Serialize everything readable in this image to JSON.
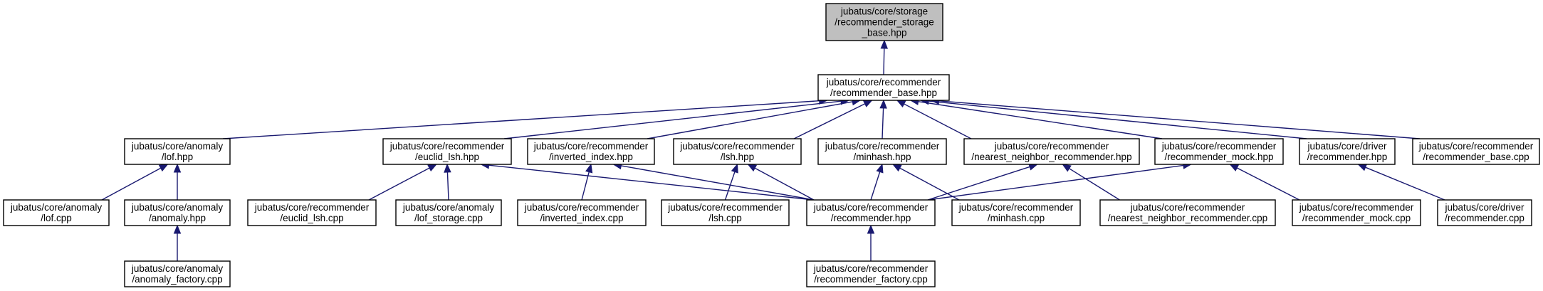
{
  "nodes": [
    {
      "id": "storage_base",
      "lines": [
        "jubatus/core/storage",
        "/recommender_storage",
        "_base.hpp"
      ],
      "highlight": true
    },
    {
      "id": "rec_base_hpp",
      "lines": [
        "jubatus/core/recommender",
        "/recommender_base.hpp"
      ]
    },
    {
      "id": "anomaly_lof_hpp",
      "lines": [
        "jubatus/core/anomaly",
        "/lof.hpp"
      ]
    },
    {
      "id": "euclid_lsh_hpp",
      "lines": [
        "jubatus/core/recommender",
        "/euclid_lsh.hpp"
      ]
    },
    {
      "id": "inverted_index_hpp",
      "lines": [
        "jubatus/core/recommender",
        "/inverted_index.hpp"
      ]
    },
    {
      "id": "lsh_hpp",
      "lines": [
        "jubatus/core/recommender",
        "/lsh.hpp"
      ]
    },
    {
      "id": "minhash_hpp",
      "lines": [
        "jubatus/core/recommender",
        "/minhash.hpp"
      ]
    },
    {
      "id": "nn_rec_hpp",
      "lines": [
        "jubatus/core/recommender",
        "/nearest_neighbor_recommender.hpp"
      ]
    },
    {
      "id": "rec_mock_hpp",
      "lines": [
        "jubatus/core/recommender",
        "/recommender_mock.hpp"
      ]
    },
    {
      "id": "driver_rec_hpp",
      "lines": [
        "jubatus/core/driver",
        "/recommender.hpp"
      ]
    },
    {
      "id": "rec_base_cpp",
      "lines": [
        "jubatus/core/recommender",
        "/recommender_base.cpp"
      ]
    },
    {
      "id": "lof_cpp",
      "lines": [
        "jubatus/core/anomaly",
        "/lof.cpp"
      ]
    },
    {
      "id": "anomaly_hpp",
      "lines": [
        "jubatus/core/anomaly",
        "/anomaly.hpp"
      ]
    },
    {
      "id": "euclid_lsh_cpp",
      "lines": [
        "jubatus/core/recommender",
        "/euclid_lsh.cpp"
      ]
    },
    {
      "id": "lof_storage_cpp",
      "lines": [
        "jubatus/core/anomaly",
        "/lof_storage.cpp"
      ]
    },
    {
      "id": "inverted_index_cpp",
      "lines": [
        "jubatus/core/recommender",
        "/inverted_index.cpp"
      ]
    },
    {
      "id": "lsh_cpp",
      "lines": [
        "jubatus/core/recommender",
        "/lsh.cpp"
      ]
    },
    {
      "id": "recommender_hpp",
      "lines": [
        "jubatus/core/recommender",
        "/recommender.hpp"
      ]
    },
    {
      "id": "minhash_cpp",
      "lines": [
        "jubatus/core/recommender",
        "/minhash.cpp"
      ]
    },
    {
      "id": "nn_rec_cpp",
      "lines": [
        "jubatus/core/recommender",
        "/nearest_neighbor_recommender.cpp"
      ]
    },
    {
      "id": "rec_mock_cpp",
      "lines": [
        "jubatus/core/recommender",
        "/recommender_mock.cpp"
      ]
    },
    {
      "id": "driver_rec_cpp",
      "lines": [
        "jubatus/core/driver",
        "/recommender.cpp"
      ]
    },
    {
      "id": "anomaly_factory_cpp",
      "lines": [
        "jubatus/core/anomaly",
        "/anomaly_factory.cpp"
      ]
    },
    {
      "id": "rec_factory_cpp",
      "lines": [
        "jubatus/core/recommender",
        "/recommender_factory.cpp"
      ]
    }
  ],
  "edges": [
    {
      "from": "rec_base_hpp",
      "to": "storage_base"
    },
    {
      "from": "anomaly_lof_hpp",
      "to": "rec_base_hpp"
    },
    {
      "from": "euclid_lsh_hpp",
      "to": "rec_base_hpp"
    },
    {
      "from": "inverted_index_hpp",
      "to": "rec_base_hpp"
    },
    {
      "from": "lsh_hpp",
      "to": "rec_base_hpp"
    },
    {
      "from": "minhash_hpp",
      "to": "rec_base_hpp"
    },
    {
      "from": "nn_rec_hpp",
      "to": "rec_base_hpp"
    },
    {
      "from": "rec_mock_hpp",
      "to": "rec_base_hpp"
    },
    {
      "from": "driver_rec_hpp",
      "to": "rec_base_hpp"
    },
    {
      "from": "rec_base_cpp",
      "to": "rec_base_hpp"
    },
    {
      "from": "lof_cpp",
      "to": "anomaly_lof_hpp"
    },
    {
      "from": "anomaly_hpp",
      "to": "anomaly_lof_hpp"
    },
    {
      "from": "anomaly_factory_cpp",
      "to": "anomaly_hpp"
    },
    {
      "from": "euclid_lsh_cpp",
      "to": "euclid_lsh_hpp"
    },
    {
      "from": "lof_storage_cpp",
      "to": "euclid_lsh_hpp"
    },
    {
      "from": "recommender_hpp",
      "to": "euclid_lsh_hpp"
    },
    {
      "from": "inverted_index_cpp",
      "to": "inverted_index_hpp"
    },
    {
      "from": "recommender_hpp",
      "to": "inverted_index_hpp"
    },
    {
      "from": "lsh_cpp",
      "to": "lsh_hpp"
    },
    {
      "from": "recommender_hpp",
      "to": "lsh_hpp"
    },
    {
      "from": "recommender_hpp",
      "to": "minhash_hpp"
    },
    {
      "from": "minhash_cpp",
      "to": "minhash_hpp"
    },
    {
      "from": "recommender_hpp",
      "to": "nn_rec_hpp"
    },
    {
      "from": "nn_rec_cpp",
      "to": "nn_rec_hpp"
    },
    {
      "from": "recommender_hpp",
      "to": "rec_mock_hpp"
    },
    {
      "from": "rec_mock_cpp",
      "to": "rec_mock_hpp"
    },
    {
      "from": "driver_rec_cpp",
      "to": "driver_rec_hpp"
    },
    {
      "from": "rec_factory_cpp",
      "to": "recommender_hpp"
    }
  ],
  "colors": {
    "edge": "#191970",
    "root_fill": "#bfbfbf",
    "node_border": "#000000"
  }
}
